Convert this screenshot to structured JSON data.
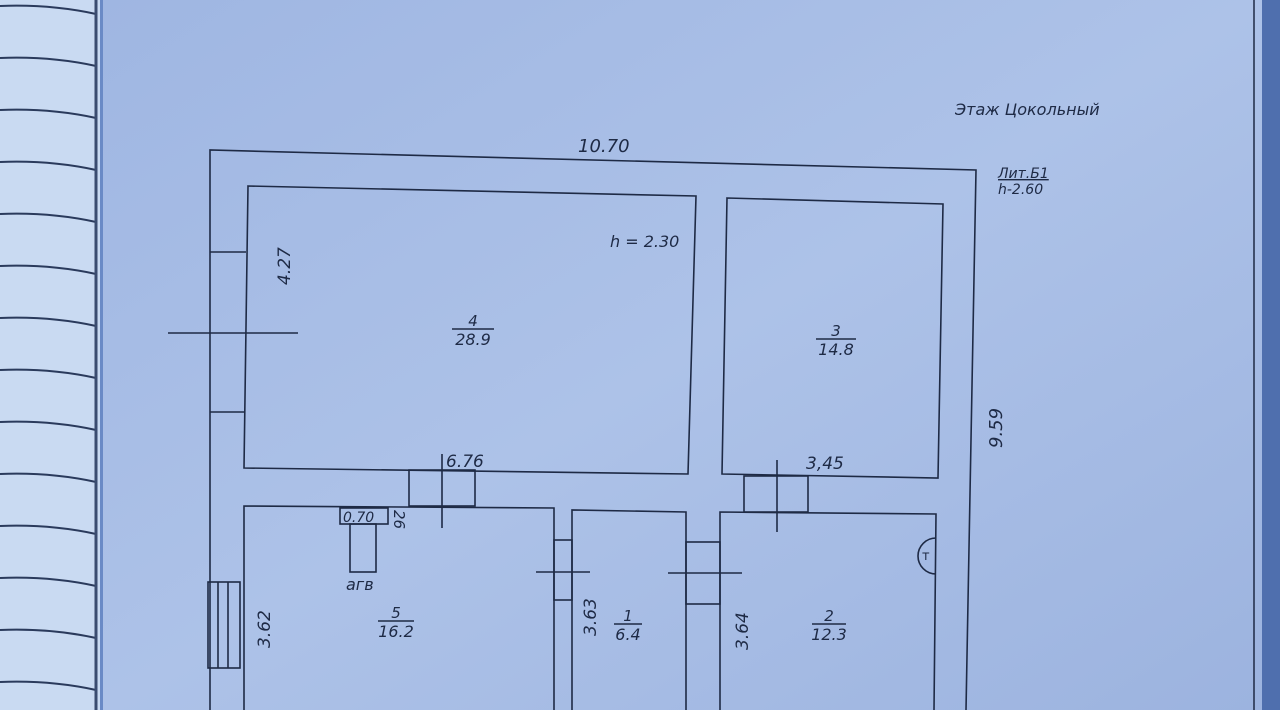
{
  "header": {
    "floor_label": "Этаж Цокольный",
    "letter_label": "Лит.Б1",
    "height_label": "h-2.60"
  },
  "dimensions": {
    "overall_width": "10.70",
    "overall_depth": "9.59",
    "room4_height": "h = 2.30",
    "room4_depth": "4.27",
    "partition_width": "6.76",
    "room3_width": "3,45",
    "room5_depth": "3.62",
    "room1_depth": "3.63",
    "room2_depth": "3.64",
    "window_width": "0.70",
    "window_depth": "26"
  },
  "rooms": [
    {
      "number": "4",
      "area": "28.9"
    },
    {
      "number": "3",
      "area": "14.8"
    },
    {
      "number": "5",
      "area": "16.2"
    },
    {
      "number": "1",
      "area": "6.4"
    },
    {
      "number": "2",
      "area": "12.3"
    }
  ],
  "equipment": {
    "boiler_label": "агв",
    "meter_symbol": "т"
  },
  "colors": {
    "paper": "#a9bfe6",
    "paper_edge": "#7f9ad0",
    "ink": "#1e2a45",
    "binding_bg": "#c9daf2"
  }
}
